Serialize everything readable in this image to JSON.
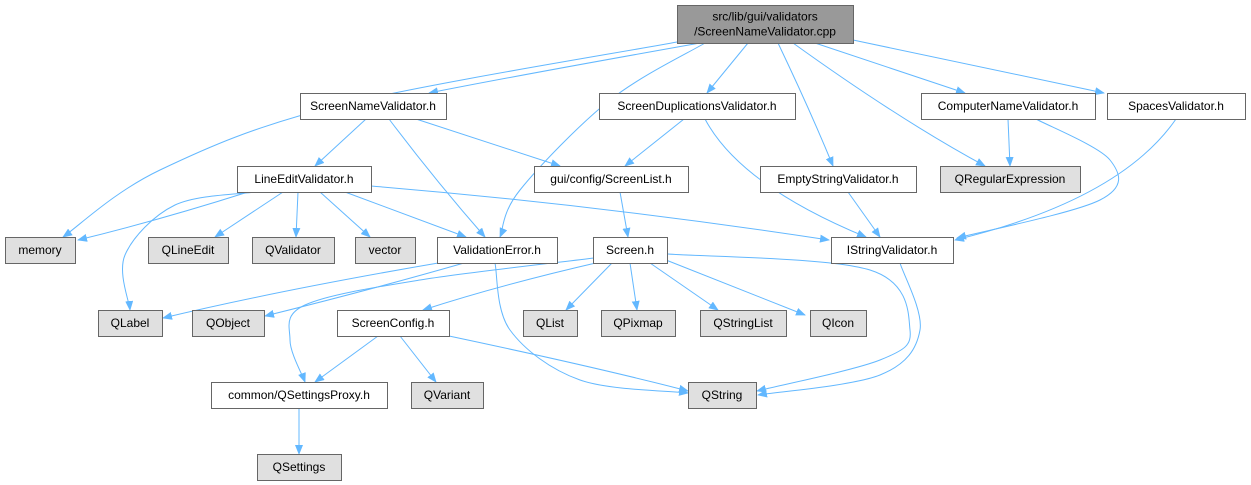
{
  "colors": {
    "edge": "#63b8ff",
    "root_fill": "#999999",
    "header_fill": "#ffffff",
    "external_fill": "#e0e0e0",
    "border": "#666666"
  },
  "nodes": [
    {
      "id": "root",
      "kind": "root",
      "lines": [
        "src/lib/gui/validators",
        "/ScreenNameValidator.cpp"
      ]
    },
    {
      "id": "screen-name-validator-h",
      "kind": "header",
      "lines": [
        "ScreenNameValidator.h"
      ]
    },
    {
      "id": "screen-duplications-validator-h",
      "kind": "header",
      "lines": [
        "ScreenDuplicationsValidator.h"
      ]
    },
    {
      "id": "computer-name-validator-h",
      "kind": "header",
      "lines": [
        "ComputerNameValidator.h"
      ]
    },
    {
      "id": "spaces-validator-h",
      "kind": "header",
      "lines": [
        "SpacesValidator.h"
      ]
    },
    {
      "id": "line-edit-validator-h",
      "kind": "header",
      "lines": [
        "LineEditValidator.h"
      ]
    },
    {
      "id": "gui-config-screen-list-h",
      "kind": "header",
      "lines": [
        "gui/config/ScreenList.h"
      ]
    },
    {
      "id": "empty-string-validator-h",
      "kind": "header",
      "lines": [
        "EmptyStringValidator.h"
      ]
    },
    {
      "id": "qregularexpression",
      "kind": "external",
      "lines": [
        "QRegularExpression"
      ]
    },
    {
      "id": "memory",
      "kind": "external",
      "lines": [
        "memory"
      ]
    },
    {
      "id": "qlineedit",
      "kind": "external",
      "lines": [
        "QLineEdit"
      ]
    },
    {
      "id": "qvalidator",
      "kind": "external",
      "lines": [
        "QValidator"
      ]
    },
    {
      "id": "vector",
      "kind": "external",
      "lines": [
        "vector"
      ]
    },
    {
      "id": "validation-error-h",
      "kind": "header",
      "lines": [
        "ValidationError.h"
      ]
    },
    {
      "id": "screen-h",
      "kind": "header",
      "lines": [
        "Screen.h"
      ]
    },
    {
      "id": "istring-validator-h",
      "kind": "header",
      "lines": [
        "IStringValidator.h"
      ]
    },
    {
      "id": "qlabel",
      "kind": "external",
      "lines": [
        "QLabel"
      ]
    },
    {
      "id": "qobject",
      "kind": "external",
      "lines": [
        "QObject"
      ]
    },
    {
      "id": "screen-config-h",
      "kind": "header",
      "lines": [
        "ScreenConfig.h"
      ]
    },
    {
      "id": "qlist",
      "kind": "external",
      "lines": [
        "QList"
      ]
    },
    {
      "id": "qpixmap",
      "kind": "external",
      "lines": [
        "QPixmap"
      ]
    },
    {
      "id": "qstringlist",
      "kind": "external",
      "lines": [
        "QStringList"
      ]
    },
    {
      "id": "qicon",
      "kind": "external",
      "lines": [
        "QIcon"
      ]
    },
    {
      "id": "common-qsettings-proxy-h",
      "kind": "header",
      "lines": [
        "common/QSettingsProxy.h"
      ]
    },
    {
      "id": "qvariant",
      "kind": "external",
      "lines": [
        "QVariant"
      ]
    },
    {
      "id": "qstring",
      "kind": "external",
      "lines": [
        "QString"
      ]
    },
    {
      "id": "qsettings",
      "kind": "external",
      "lines": [
        "QSettings"
      ]
    }
  ],
  "edges": [
    {
      "from": "root",
      "to": "memory"
    },
    {
      "from": "root",
      "to": "screen-name-validator-h"
    },
    {
      "from": "root",
      "to": "validation-error-h"
    },
    {
      "from": "root",
      "to": "screen-duplications-validator-h"
    },
    {
      "from": "root",
      "to": "empty-string-validator-h"
    },
    {
      "from": "root",
      "to": "qregularexpression"
    },
    {
      "from": "root",
      "to": "computer-name-validator-h"
    },
    {
      "from": "root",
      "to": "spaces-validator-h"
    },
    {
      "from": "screen-name-validator-h",
      "to": "line-edit-validator-h"
    },
    {
      "from": "screen-name-validator-h",
      "to": "validation-error-h"
    },
    {
      "from": "screen-name-validator-h",
      "to": "gui-config-screen-list-h"
    },
    {
      "from": "screen-duplications-validator-h",
      "to": "gui-config-screen-list-h"
    },
    {
      "from": "screen-duplications-validator-h",
      "to": "istring-validator-h"
    },
    {
      "from": "computer-name-validator-h",
      "to": "qregularexpression"
    },
    {
      "from": "computer-name-validator-h",
      "to": "istring-validator-h"
    },
    {
      "from": "spaces-validator-h",
      "to": "istring-validator-h"
    },
    {
      "from": "empty-string-validator-h",
      "to": "istring-validator-h"
    },
    {
      "from": "line-edit-validator-h",
      "to": "memory"
    },
    {
      "from": "line-edit-validator-h",
      "to": "qlabel"
    },
    {
      "from": "line-edit-validator-h",
      "to": "qlineedit"
    },
    {
      "from": "line-edit-validator-h",
      "to": "qvalidator"
    },
    {
      "from": "line-edit-validator-h",
      "to": "vector"
    },
    {
      "from": "line-edit-validator-h",
      "to": "validation-error-h"
    },
    {
      "from": "line-edit-validator-h",
      "to": "istring-validator-h"
    },
    {
      "from": "gui-config-screen-list-h",
      "to": "screen-h"
    },
    {
      "from": "validation-error-h",
      "to": "qlabel"
    },
    {
      "from": "validation-error-h",
      "to": "qobject"
    },
    {
      "from": "validation-error-h",
      "to": "qstring"
    },
    {
      "from": "screen-h",
      "to": "screen-config-h"
    },
    {
      "from": "screen-h",
      "to": "common-qsettings-proxy-h"
    },
    {
      "from": "screen-h",
      "to": "qlist"
    },
    {
      "from": "screen-h",
      "to": "qpixmap"
    },
    {
      "from": "screen-h",
      "to": "qstringlist"
    },
    {
      "from": "screen-h",
      "to": "qicon"
    },
    {
      "from": "screen-h",
      "to": "qstring"
    },
    {
      "from": "istring-validator-h",
      "to": "qstring"
    },
    {
      "from": "screen-config-h",
      "to": "common-qsettings-proxy-h"
    },
    {
      "from": "screen-config-h",
      "to": "qvariant"
    },
    {
      "from": "screen-config-h",
      "to": "qstring"
    },
    {
      "from": "common-qsettings-proxy-h",
      "to": "qsettings"
    }
  ]
}
